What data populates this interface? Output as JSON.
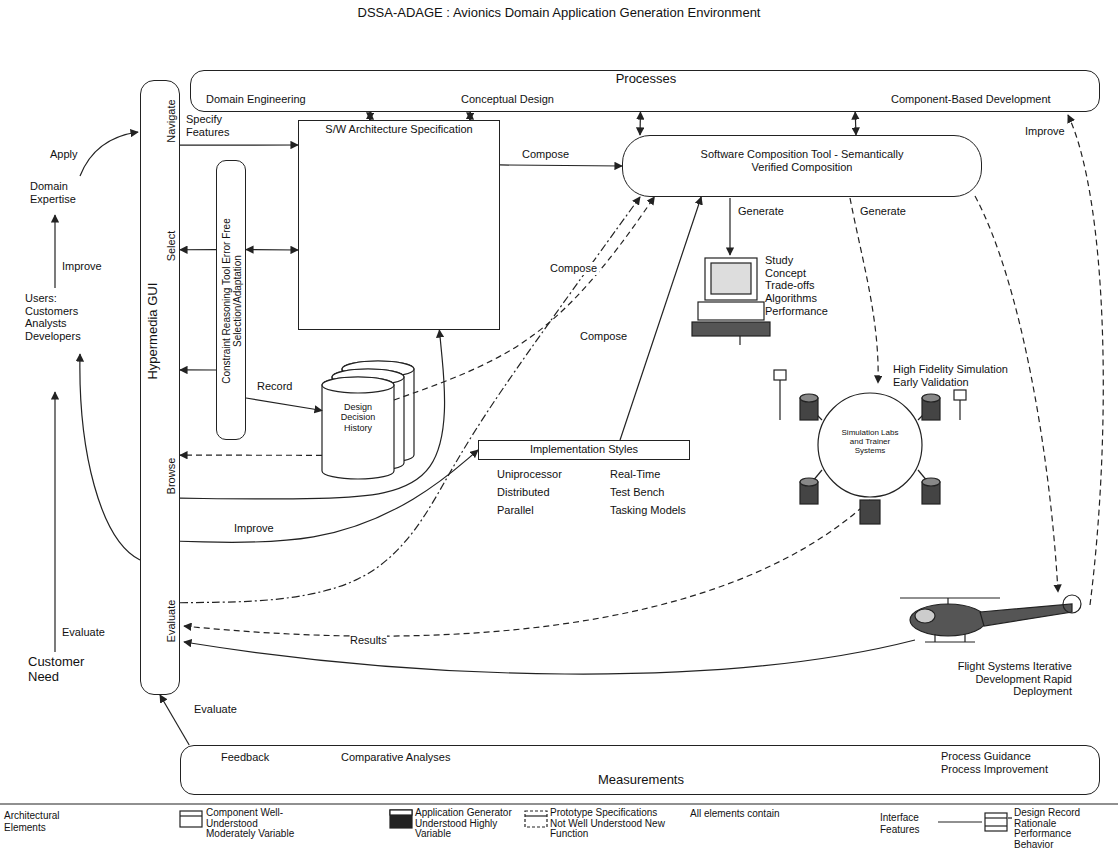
{
  "diagram": {
    "title": "DSSA-ADAGE : Avionics Domain Application Generation Environment",
    "nodes": [
      {
        "text": [
          "Processes",
          "Domain Engineering",
          "Conceptual Design",
          "Component-Based Development"
        ]
      },
      {
        "text": [
          "Hypermedia GUI",
          "Navigate",
          "Select",
          "Browse",
          "Evaluate"
        ]
      },
      {
        "text": [
          "Constraint Reasoning Tool Error Free Selection/Adaptation"
        ]
      },
      {
        "text": [
          "S/W Architecture Specification"
        ]
      },
      {
        "text": [
          "Software Composition Tool - Semantically Verified Composition"
        ]
      },
      {
        "text": [
          "Design Decision History"
        ]
      },
      {
        "text": [
          "Implementation Styles"
        ]
      },
      {
        "text": [
          "Feedback",
          "Comparative Analyses",
          "Measurements",
          "Process Guidance Process Improvement"
        ]
      }
    ],
    "edges": [
      {
        "from": 0,
        "to": 3,
        "arrow": "both"
      },
      {
        "from": 0,
        "to": 3,
        "arrow": "both"
      },
      {
        "from": 0,
        "to": 4,
        "arrow": "both"
      },
      {
        "from": 0,
        "to": 4,
        "arrow": "both"
      },
      {
        "from": 1,
        "to": 3,
        "label": "Specify Features",
        "arrow": "to"
      },
      {
        "from": 3,
        "to": 4,
        "label": "Compose",
        "arrow": "to"
      },
      {
        "from": 2,
        "to": 1,
        "arrow": "to"
      },
      {
        "from": 2,
        "to": 1,
        "arrow": "to"
      },
      {
        "from": 2,
        "to": 3,
        "arrow": "both"
      },
      {
        "from": 2,
        "to": 5,
        "label": "Record",
        "arrow": "to"
      },
      {
        "from": 5,
        "to": 1,
        "arrow": "to"
      },
      {
        "from": 5,
        "to": 4,
        "label": "Compose",
        "arrow": "to"
      },
      {
        "from": 6,
        "to": 4,
        "label": "Compose",
        "arrow": "to"
      },
      {
        "from": 1,
        "to": 6,
        "label": "Improve",
        "arrow": "to"
      },
      {
        "from": 1,
        "to": 3,
        "arrow": "to"
      },
      {
        "from": 1,
        "to": 4,
        "arrow": "to"
      },
      {
        "from": 7,
        "to": 1,
        "label": "Evaluate",
        "arrow": "to"
      }
    ],
    "labels": [
      "Apply",
      "Domain Expertise",
      "Improve",
      "Users: Customers Analysts Developers",
      "Evaluate",
      "Customer Need",
      "Generate",
      "Generate",
      "Study Concept Trade-offs Algorithms Performance",
      "Simulation Labs and Trainer Systems",
      "High Fidelity Simulation Early Validation",
      "Flight Systems Iterative Development Rapid Deployment",
      "Improve",
      "Results",
      "Uniprocessor",
      "Real-Time",
      "Distributed",
      "Test Bench",
      "Parallel",
      "Tasking Models",
      "Architectural Elements",
      "All elements contain",
      "Interface Features"
    ],
    "legend": [
      {
        "text": "Component Well-Understood Moderately Variable"
      },
      {
        "text": "Application Generator Understood Highly Variable"
      },
      {
        "text": "Prototype Specifications Not Well Understood New Function"
      },
      {
        "text": "Design Record Rationale Performance Behavior"
      }
    ]
  }
}
